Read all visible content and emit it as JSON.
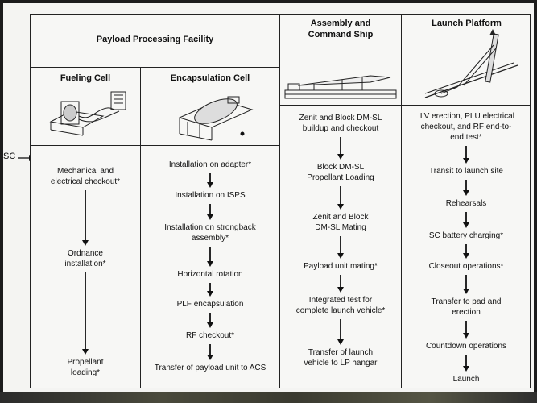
{
  "headers": {
    "ppf": "Payload Processing Facility",
    "fueling": "Fueling Cell",
    "encapsulation": "Encapsulation Cell",
    "acs": [
      "Assembly and",
      "Command Ship"
    ],
    "lp": "Launch Platform"
  },
  "sc_label": "SC",
  "fueling_steps": [
    [
      "Mechanical and",
      "electrical checkout*"
    ],
    [
      "Ordnance",
      "installation*"
    ],
    [
      "Propellant",
      "loading*"
    ]
  ],
  "encap_steps": [
    [
      "Installation on adapter*"
    ],
    [
      "Installation on ISPS"
    ],
    [
      "Installation on strongback",
      "assembly*"
    ],
    [
      "Horizontal rotation"
    ],
    [
      "PLF encapsulation"
    ],
    [
      "RF checkout*"
    ],
    [
      "Transfer of payload unit to ACS"
    ]
  ],
  "acs_steps": [
    [
      "Zenit and Block DM-SL",
      "buildup and checkout"
    ],
    [
      "Block DM-SL",
      "Propellant Loading"
    ],
    [
      "Zenit and Block",
      "DM-SL Mating"
    ],
    [
      "Payload unit mating*"
    ],
    [
      "Integrated test for",
      "complete launch vehicle*"
    ],
    [
      "Transfer of launch",
      "vehicle to LP hangar"
    ]
  ],
  "lp_steps": [
    [
      "ILV erection, PLU electrical",
      "checkout, and RF end-to-",
      "end test*"
    ],
    [
      "Transit to launch site"
    ],
    [
      "Rehearsals"
    ],
    [
      "SC battery charging*"
    ],
    [
      "Closeout operations*"
    ],
    [
      "Transfer to pad and",
      "erection"
    ],
    [
      "Countdown operations"
    ],
    [
      "Launch"
    ]
  ]
}
